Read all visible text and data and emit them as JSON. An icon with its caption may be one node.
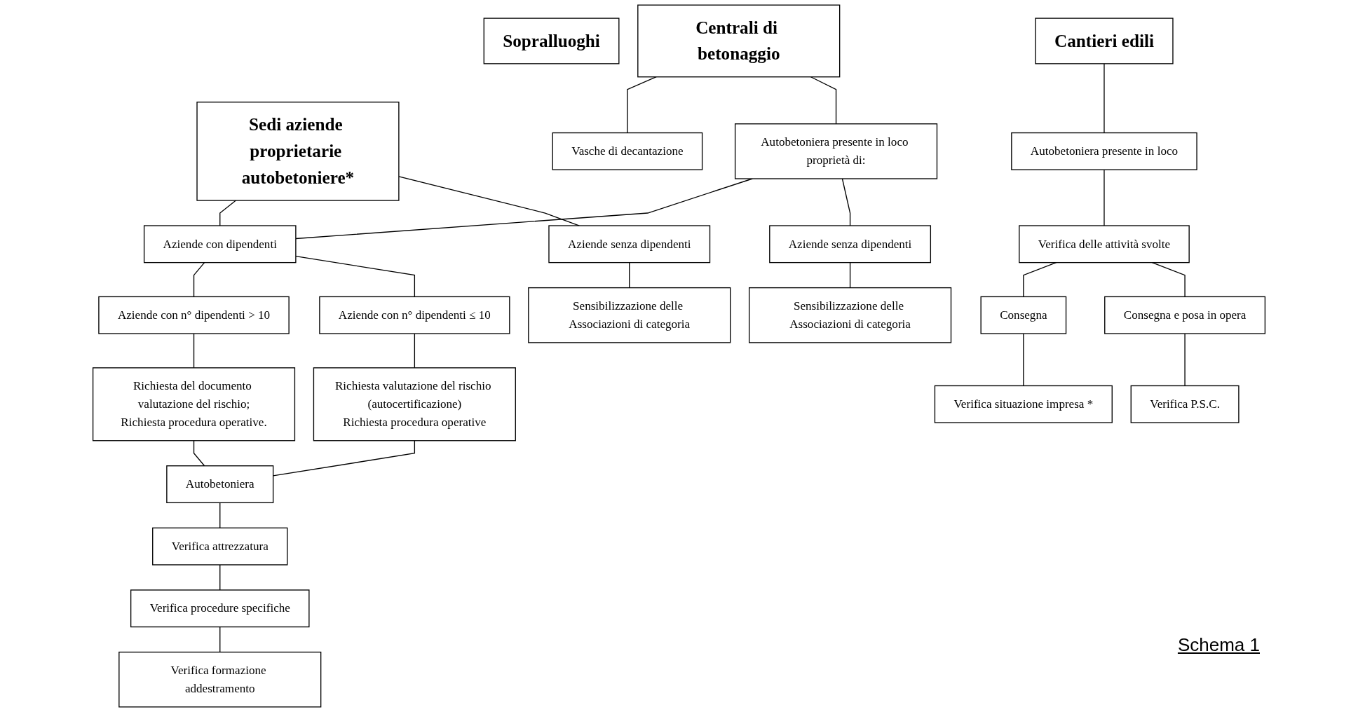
{
  "diagram": {
    "nodes": [
      {
        "text": [
          "Sopralluoghi"
        ]
      },
      {
        "text": [
          "Centrali di betonaggio"
        ]
      },
      {
        "text": [
          "Sedi aziende proprietarie autobetoniere*"
        ]
      },
      {
        "text": [
          "Cantieri edili"
        ]
      },
      {
        "text": [
          "Vasche di decantazione"
        ]
      },
      {
        "text": [
          "Autobetoniera presente in loco proprietà di:"
        ]
      },
      {
        "text": [
          "Aziende con dipendenti"
        ]
      },
      {
        "text": [
          "Aziende senza dipendenti"
        ]
      },
      {
        "text": [
          "Autobetoniera presente in loco"
        ]
      },
      {
        "text": [
          "Aziende senza dipendenti"
        ]
      },
      {
        "text": [
          "Aziende con n° dipendenti > 10"
        ]
      },
      {
        "text": [
          "Aziende con n° dipendenti ≤ 10"
        ]
      },
      {
        "text": [
          "Verifica delle attività svolte"
        ]
      },
      {
        "text": [
          "Richiesta del documento valutazione del rischio;",
          "Richiesta procedura operative."
        ]
      },
      {
        "text": [
          "Richiesta valutazione del rischio (autocertificazione)",
          "Richiesta procedura operative"
        ]
      },
      {
        "text": [
          "Consegna"
        ]
      },
      {
        "text": [
          "Consegna e posa in opera"
        ]
      },
      {
        "text": [
          "Verifica situazione impresa *"
        ]
      },
      {
        "text": [
          "Verifica P.S.C."
        ]
      },
      {
        "text": [
          "Sensibilizzazione delle Associazioni di categoria"
        ]
      },
      {
        "text": [
          "Autobetoniera"
        ]
      },
      {
        "text": [
          "Verifica attrezzatura"
        ]
      },
      {
        "text": [
          "Sensibilizzazione delle Associazioni di categoria"
        ]
      },
      {
        "text": [
          "Verifica procedure specifiche"
        ]
      },
      {
        "text": [
          "Verifica formazione addestramento"
        ]
      }
    ],
    "edges": [
      {
        "from": 1,
        "to": 4,
        "arrow": "none"
      },
      {
        "from": 1,
        "to": 5,
        "arrow": "none"
      },
      {
        "from": 5,
        "to": 6,
        "arrow": "none"
      },
      {
        "from": 2,
        "to": 6,
        "arrow": "none"
      },
      {
        "from": 2,
        "to": 7,
        "arrow": "none"
      },
      {
        "from": 5,
        "to": 9,
        "arrow": "none"
      },
      {
        "from": 6,
        "to": 10,
        "arrow": "none"
      },
      {
        "from": 6,
        "to": 11,
        "arrow": "none"
      },
      {
        "from": 10,
        "to": 13,
        "arrow": "none"
      },
      {
        "from": 11,
        "to": 14,
        "arrow": "none"
      },
      {
        "from": 13,
        "to": 20,
        "arrow": "none"
      },
      {
        "from": 14,
        "to": 20,
        "arrow": "none"
      },
      {
        "from": 20,
        "to": 21,
        "arrow": "none"
      },
      {
        "from": 21,
        "to": 23,
        "arrow": "none"
      },
      {
        "from": 23,
        "to": 24,
        "arrow": "none"
      },
      {
        "from": 7,
        "to": 22,
        "arrow": "none"
      },
      {
        "from": 9,
        "to": 19,
        "arrow": "none"
      },
      {
        "from": 3,
        "to": 8,
        "arrow": "none"
      },
      {
        "from": 8,
        "to": 12,
        "arrow": "none"
      },
      {
        "from": 12,
        "to": 15,
        "arrow": "none"
      },
      {
        "from": 12,
        "to": 16,
        "arrow": "none"
      },
      {
        "from": 15,
        "to": 17,
        "arrow": "none"
      },
      {
        "from": 16,
        "to": 18,
        "arrow": "none"
      }
    ],
    "labels": [
      "Schema 1"
    ]
  }
}
